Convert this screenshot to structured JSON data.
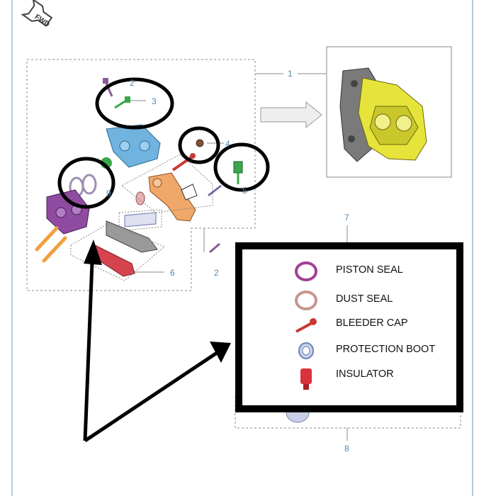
{
  "callouts": {
    "c1": "1",
    "c2a": "2",
    "c2b": "2",
    "c3": "3",
    "c4": "4",
    "c5": "5",
    "c6": "6",
    "c7": "7",
    "c8": "8",
    "c9": "9"
  },
  "fwd_label": "FWD",
  "legend": {
    "items": [
      {
        "label": "PISTON SEAL",
        "color": "#a23f95"
      },
      {
        "label": "DUST SEAL",
        "color": "#c6968c"
      },
      {
        "label": "BLEEDER CAP",
        "color": "#c93a32"
      },
      {
        "label": "PROTECTION BOOT",
        "color": "#9fb2d8"
      },
      {
        "label": "INSULATOR",
        "color": "#d8333b"
      }
    ]
  },
  "colors": {
    "callout": "#4f86b0",
    "frame": "#a9cfe0",
    "caliper_body": "#e6e43a",
    "bracket": "#f0a76a",
    "caliper_half_blue": "#6fb3de",
    "caliper_half_purple": "#8e4ba0",
    "pin_orange": "#f0a040",
    "pad_spring": "#d8a3c8",
    "screw_green": "#3aa84a"
  }
}
